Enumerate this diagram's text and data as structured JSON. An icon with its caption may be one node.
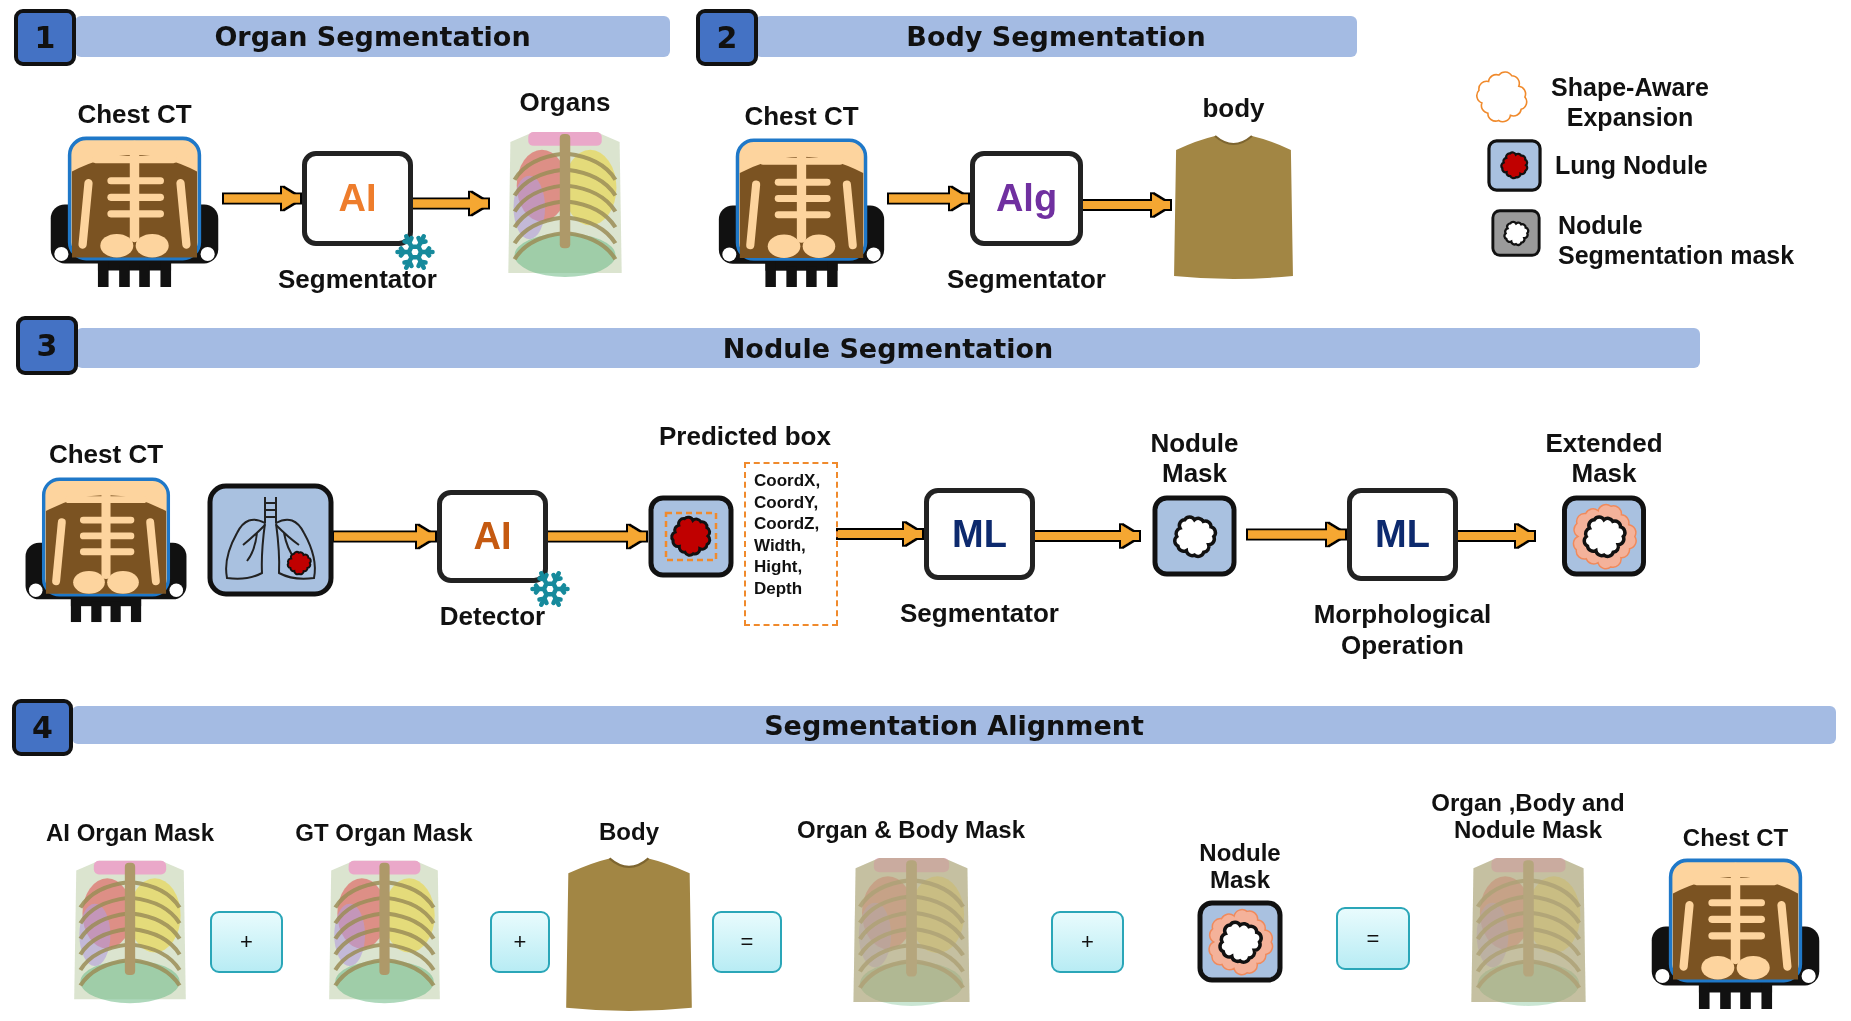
{
  "diagram": {
    "nodes": [
      {
        "text": [
          "1"
        ]
      },
      {
        "text": [
          "Organ Segmentation"
        ]
      },
      {
        "text": [
          "2"
        ]
      },
      {
        "text": [
          "Body Segmentation"
        ]
      },
      {
        "text": [
          "Chest CT"
        ]
      },
      {
        "text": [
          "AI"
        ],
        "beside": [
          "Segmentator"
        ]
      },
      {
        "text": [
          "Organs"
        ]
      },
      {
        "text": [
          "Chest CT"
        ]
      },
      {
        "text": [
          "Alg"
        ],
        "beside": [
          "Segmentator"
        ]
      },
      {
        "text": [
          "body"
        ]
      },
      {
        "text": [
          "3"
        ]
      },
      {
        "text": [
          "Nodule Segmentation"
        ]
      },
      {
        "text": [
          "Chest CT"
        ]
      },
      {
        "text": [],
        "shape": "picture"
      },
      {
        "text": [
          "AI"
        ],
        "beside": [
          "Detector"
        ]
      },
      {
        "text": [],
        "shape": "picture"
      },
      {
        "text": [
          "CoordX, CoordY, CoordZ, Width, Hight, Depth"
        ]
      },
      {
        "text": [
          "ML"
        ],
        "beside": [
          "Segmentator"
        ]
      },
      {
        "text": [
          "Nodule Mask"
        ]
      },
      {
        "text": [
          "ML"
        ],
        "beside": [
          "Morphological Operation"
        ]
      },
      {
        "text": [
          "Extended Mask"
        ]
      },
      {
        "text": [
          "4"
        ]
      },
      {
        "text": [
          "Segmentation Alignment"
        ]
      },
      {
        "text": [
          "AI Organ Mask"
        ]
      },
      {
        "text": [
          "+"
        ]
      },
      {
        "text": [
          "GT Organ Mask"
        ]
      },
      {
        "text": [
          "+"
        ]
      },
      {
        "text": [
          "Body"
        ]
      },
      {
        "text": [
          "="
        ]
      },
      {
        "text": [
          "Organ & Body Mask"
        ]
      },
      {
        "text": [
          "+"
        ]
      },
      {
        "text": [
          "Nodule Mask"
        ]
      },
      {
        "text": [
          "="
        ]
      },
      {
        "text": [
          "Organ ,Body and Nodule Mask"
        ]
      },
      {
        "text": [
          "Chest CT"
        ]
      }
    ],
    "edges": [
      {
        "from": 4,
        "to": 5,
        "arrow": "to"
      },
      {
        "from": 5,
        "to": 6,
        "arrow": "to"
      },
      {
        "from": 7,
        "to": 8,
        "arrow": "to"
      },
      {
        "from": 8,
        "to": 9,
        "arrow": "to"
      },
      {
        "from": 13,
        "to": 14,
        "arrow": "to"
      },
      {
        "from": 14,
        "to": 15,
        "arrow": "to"
      },
      {
        "from": 16,
        "to": 17,
        "arrow": "to"
      },
      {
        "from": 17,
        "to": 18,
        "arrow": "to"
      },
      {
        "from": 18,
        "to": 19,
        "arrow": "to"
      },
      {
        "from": 19,
        "to": 20,
        "arrow": "to"
      }
    ],
    "labels": [
      "Predicted box"
    ],
    "legend": [
      {
        "text": "Shape-Aware Expansion"
      },
      {
        "text": "Lung Nodule"
      },
      {
        "text": "Nodule Segmentation mask"
      }
    ]
  }
}
